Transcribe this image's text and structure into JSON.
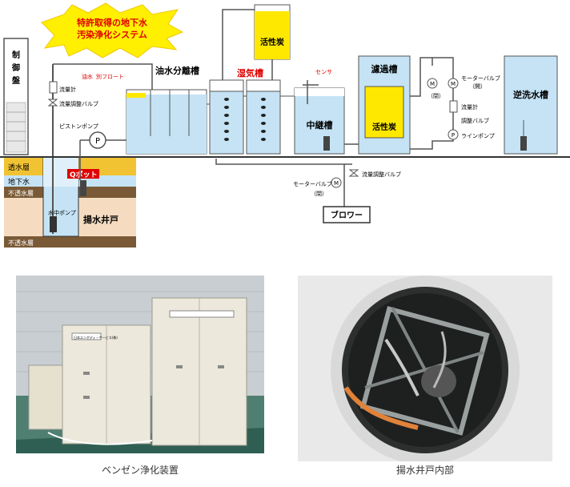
{
  "diagram": {
    "banner": [
      "特許取得の地下水",
      "汚染浄化システム"
    ],
    "control_panel": [
      "制",
      "御",
      "盤"
    ],
    "tanks": {
      "oil_separator": "油水分離槽",
      "wet_air": "湿気槽",
      "relay": "中継槽",
      "filtration": "濾過槽",
      "backwash": "逆洗水槽",
      "activated_carbon": "活性炭"
    },
    "labels": {
      "oil_water": "油水",
      "float": "別フロート",
      "flowmeter": "流量計",
      "flow_valve_left": "流量調整バルブ",
      "piston_pump": "ピストンポンプ",
      "sensor": "センサ",
      "motor_valve": "モーターバルブ",
      "open_status": "（開）",
      "closed_status": "（閉）",
      "adjust_valve": "調整バルブ",
      "line_pump": "ラインポンプ",
      "flow_valve_bottom": "流量調整バルブ",
      "blower": "ブロワー",
      "q_pot": "Qポット",
      "submersible_pump": "水中ポンプ",
      "well": "揚水井戸",
      "pump_symbol": "P",
      "motor_symbol": "M"
    },
    "strata": {
      "permeable": "透水層",
      "groundwater": "地下水",
      "impermeable1": "不透水層",
      "impermeable2": "不透水層"
    }
  },
  "photos": {
    "left": {
      "caption": "ベンゼン浄化装置",
      "enclosure_plate": "日本エンボディ－サービス(株)"
    },
    "right": {
      "caption": "揚水井戸内部"
    }
  },
  "colors": {
    "water": "#c5e3f5",
    "carbon": "#ffe800",
    "ground_light": "#f5dcc0",
    "ground_dark": "#7a5a36",
    "permeable": "#f1c232",
    "label_red": "#e00000"
  }
}
